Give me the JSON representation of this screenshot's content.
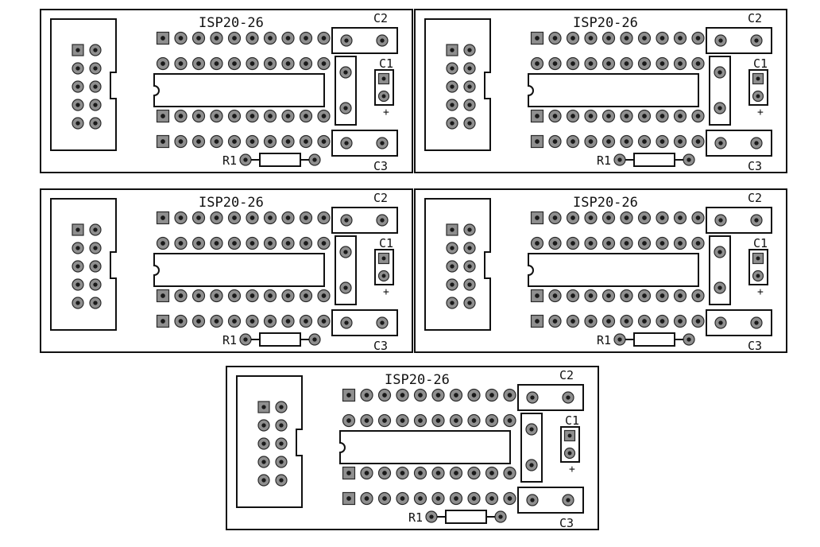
{
  "boards": [
    {
      "title": "ISP20-26",
      "labels": {
        "c1": "C1",
        "c2": "C2",
        "c3": "C3",
        "r1": "R1",
        "plus": "+"
      }
    },
    {
      "title": "ISP20-26",
      "labels": {
        "c1": "C1",
        "c2": "C2",
        "c3": "C3",
        "r1": "R1",
        "plus": "+"
      }
    },
    {
      "title": "ISP20-26",
      "labels": {
        "c1": "C1",
        "c2": "C2",
        "c3": "C3",
        "r1": "R1",
        "plus": "+"
      }
    },
    {
      "title": "ISP20-26",
      "labels": {
        "c1": "C1",
        "c2": "C2",
        "c3": "C3",
        "r1": "R1",
        "plus": "+"
      }
    },
    {
      "title": "ISP20-26",
      "labels": {
        "c1": "C1",
        "c2": "C2",
        "c3": "C3",
        "r1": "R1",
        "plus": "+"
      }
    }
  ],
  "colors": {
    "outline": "#111111",
    "pad": "#8f8f8f",
    "pad_ring": "#2a2a2a",
    "background": "#ffffff"
  }
}
